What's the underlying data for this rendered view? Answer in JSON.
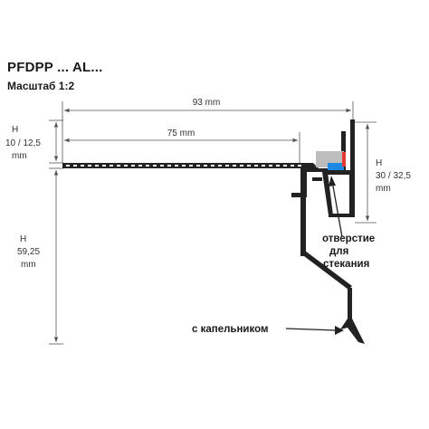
{
  "header": {
    "product_code": "PFDPP ... AL...",
    "scale": "Масштаб 1:2"
  },
  "dimensions": {
    "total_width": "93 mm",
    "inner_width": "75 mm",
    "top_h_letter": "H",
    "top_h_value": "10 / 12,5",
    "top_h_unit": "mm",
    "main_h_letter": "H",
    "main_h_value": "59,25",
    "main_h_unit": "mm",
    "right_h_letter": "H",
    "right_h_value": "30 / 32,5",
    "right_h_unit": "mm"
  },
  "callouts": {
    "drain_hole": [
      "отверстие",
      "для",
      "стекания"
    ],
    "drip_edge": "с капельником"
  },
  "colors": {
    "profile": "#222222",
    "dimension_line": "#555555",
    "insert_grey": "#bdbdbd",
    "insert_blue": "#1e88e5",
    "insert_red": "#e53935"
  }
}
